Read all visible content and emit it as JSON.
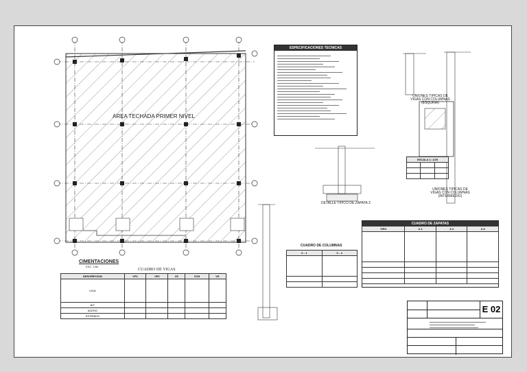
{
  "plan": {
    "area_label": "AREA TECHADA PRIMER NIVEL"
  },
  "specs": {
    "title": "ESPECIFICACIONES TECNICAS"
  },
  "details": {
    "unions_corner": [
      "UNIONES TIPICAS DE",
      "VIGAS CON COLUMNAS",
      "(ESQUINA)"
    ],
    "unions_intermediate": [
      "UNIONES TIPICAS DE",
      "VIGAS CON COLUMNAS",
      "(INTERMEDIO)"
    ],
    "footing_detail": "DETALLE TIPICO DE ZAPATA Z",
    "stirrup_label": "ESCALA 1: 1/25"
  },
  "foundations": {
    "title": "CIMENTACIONES",
    "subtitle": "ESC. 1/50"
  },
  "beams": {
    "title": "CUADRO DE VIGAS",
    "headers": [
      "DESCRIPCION",
      "VP1",
      "VP2",
      "VS",
      "VCH",
      "VS"
    ],
    "rows": [
      "VIGA",
      "B/T",
      "ACERO",
      "ESTRIBOS"
    ]
  },
  "columns": {
    "title": "CUADRO DE COLUMNAS",
    "headers": [
      "C - 1",
      "C - 2"
    ]
  },
  "footings": {
    "title": "CUADRO DE ZAPATAS",
    "headers": [
      "TIPO",
      "Z-1",
      "Z-2",
      "Z-3"
    ]
  },
  "titleblock": {
    "sheet_code": "E 02"
  }
}
